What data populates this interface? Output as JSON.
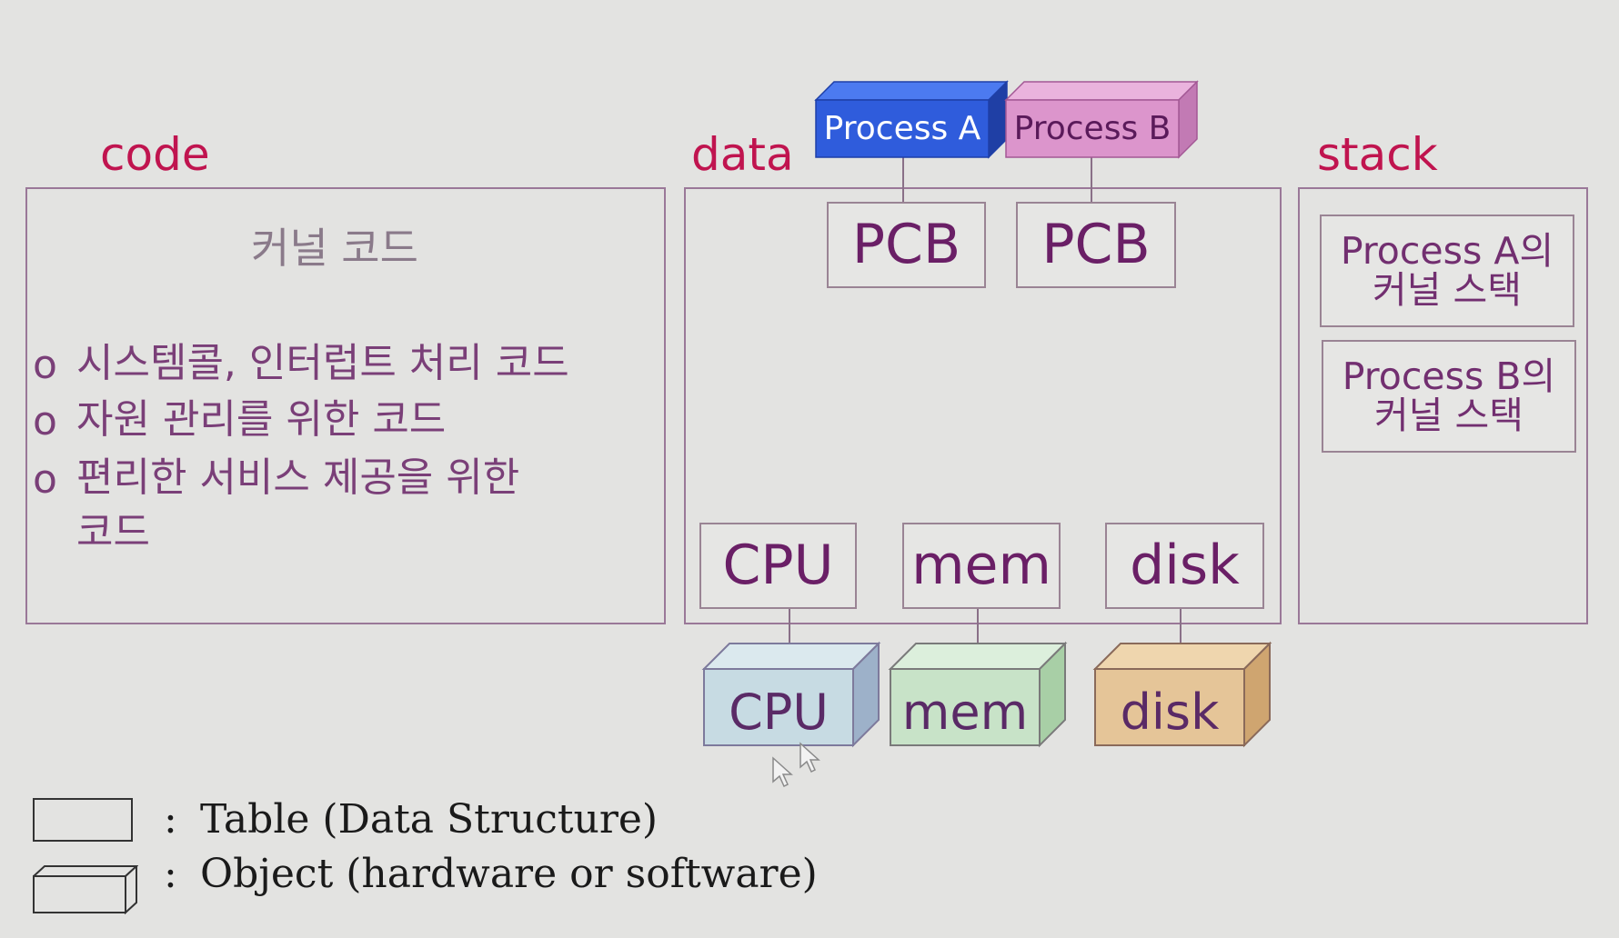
{
  "sections": {
    "code": "code",
    "data": "data",
    "stack": "stack"
  },
  "code_panel": {
    "title": "커널 코드",
    "bullet_marker": "o",
    "bullets": [
      "시스템콜, 인터럽트 처리 코드",
      "자원 관리를 위한 코드",
      "편리한 서비스 제공을 위한",
      "코드"
    ]
  },
  "processes": [
    {
      "label": "Process A",
      "color": "#2f5cdc"
    },
    {
      "label": "Process B",
      "color": "#dc95cc"
    }
  ],
  "data_panel": {
    "pcb": [
      "PCB",
      "PCB"
    ],
    "tables": [
      "CPU",
      "mem",
      "disk"
    ]
  },
  "hardware_objects": [
    {
      "label": "CPU",
      "color": "#c7dbe3"
    },
    {
      "label": "mem",
      "color": "#c8e3c8"
    },
    {
      "label": "disk",
      "color": "#e5c598"
    }
  ],
  "stack_panel": {
    "items": [
      {
        "line1": "Process A의",
        "line2": "커널 스택"
      },
      {
        "line1": "Process B의",
        "line2": "커널 스택"
      }
    ]
  },
  "legend": {
    "colon": ":",
    "table": "Table  (Data Structure)",
    "object": "Object (hardware or software)"
  },
  "colors": {
    "section_title": "#c0144f",
    "background": "#e3e3e1"
  }
}
